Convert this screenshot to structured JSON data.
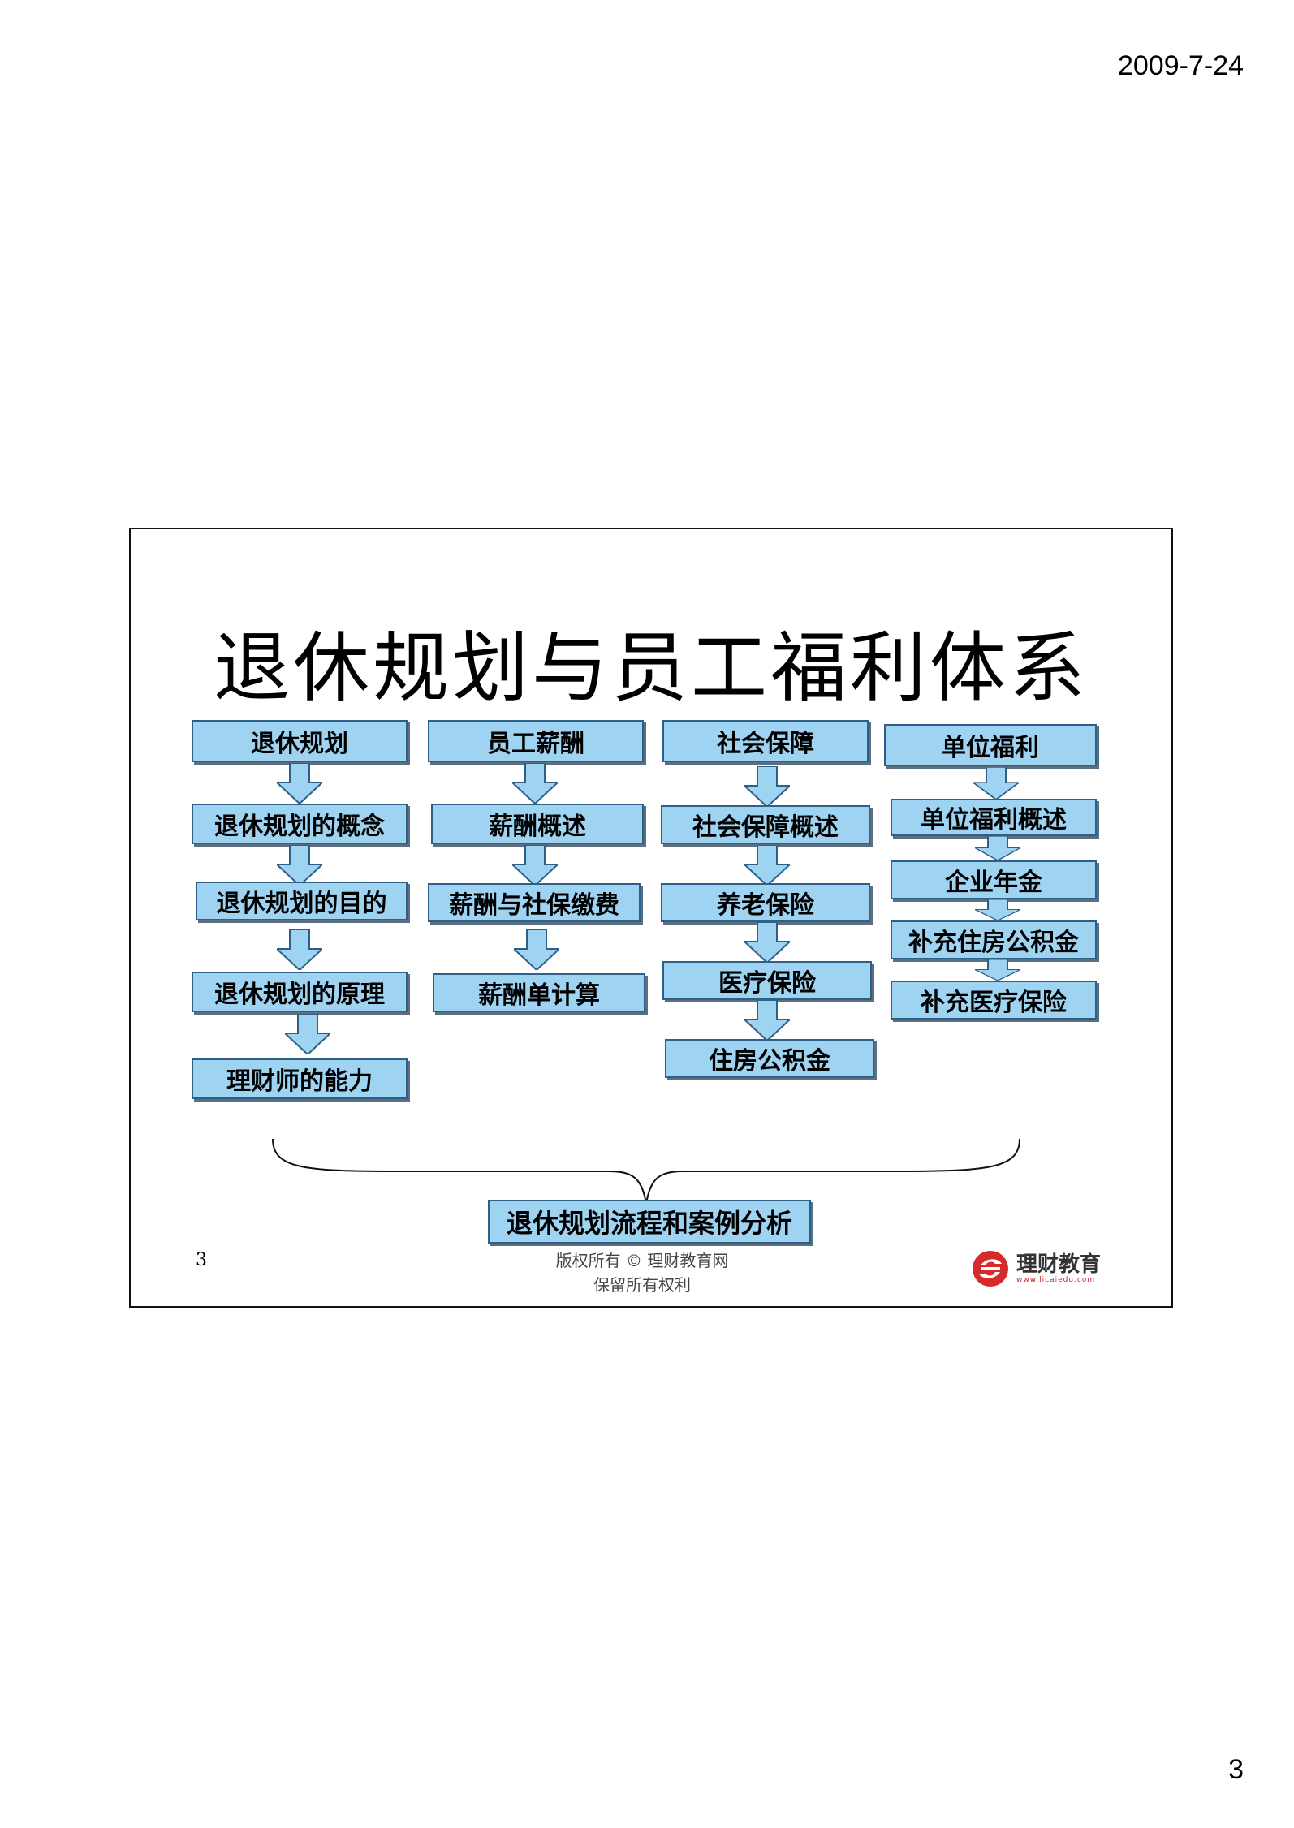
{
  "page": {
    "date": "2009-7-24",
    "number": "3"
  },
  "slide": {
    "title": "退休规划与员工福利体系",
    "columns": [
      {
        "header": "退休规划",
        "items": [
          "退休规划的概念",
          "退休规划的目的",
          "退休规划的原理",
          "理财师的能力"
        ]
      },
      {
        "header": "员工薪酬",
        "items": [
          "薪酬概述",
          "薪酬与社保缴费",
          "薪酬单计算"
        ]
      },
      {
        "header": "社会保障",
        "items": [
          "社会保障概述",
          "养老保险",
          "医疗保险",
          "住房公积金"
        ]
      },
      {
        "header": "单位福利",
        "items": [
          "单位福利概述",
          "企业年金",
          "补充住房公积金",
          "补充医疗保险"
        ]
      }
    ],
    "summary": "退休规划流程和案例分析",
    "slide_number": "3",
    "copyright_line1": "版权所有 © 理财教育网",
    "copyright_line2": "保留所有权利",
    "logo_name": "理财教育",
    "logo_url": "www.licaiedu.com"
  }
}
